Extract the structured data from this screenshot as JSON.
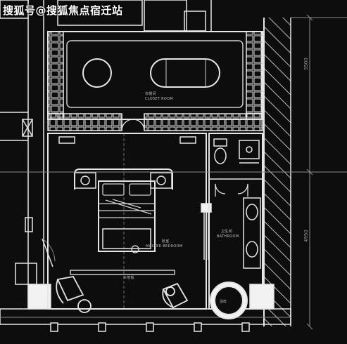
{
  "watermark": "搜狐号@搜狐焦点宿迁站",
  "colors": {
    "background": "#0d0d0d",
    "line": "#e6e6e6",
    "dim_line": "#8c8c8c",
    "hatch": "#bdbdbd"
  },
  "labels": {
    "closet_room": "衣帽间",
    "closet_room_en": "CLOSET ROOM",
    "bedroom": "卧室",
    "bedroom_en": "MASTER BEDROOM",
    "washroom": "卫生间",
    "washroom_en": "BATHROOM",
    "floor_note": "木地板",
    "bath_note": "浴缸"
  },
  "dimensions": {
    "upper": "3500",
    "lower": "4950"
  }
}
